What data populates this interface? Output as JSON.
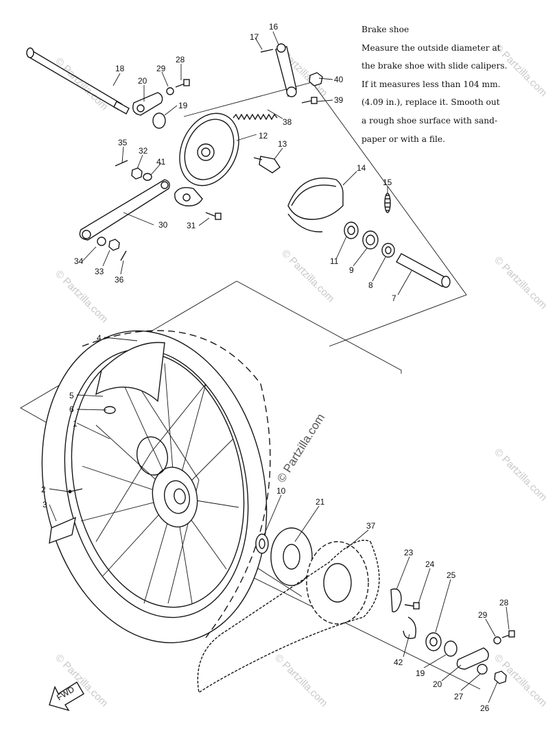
{
  "note": {
    "lines": [
      "Brake shoe",
      "Measure the outside diameter at",
      "the brake shoe with slide calipers.",
      "If it measures less than 104 mm.",
      "(4.09 in.), replace it. Smooth out",
      "a rough shoe surface with sand-",
      "paper or with a file."
    ]
  },
  "watermark": {
    "main": "© Partzilla.com",
    "faint": "© Partzilla.com"
  },
  "direction_arrow": {
    "label": "FWD"
  },
  "colors": {
    "ink": "#161616",
    "watermark": "#c9c9c9"
  },
  "callouts": {
    "c1": "1",
    "c2": "2",
    "c3": "3",
    "c4": "4",
    "c5": "5",
    "c6": "6",
    "c7": "7",
    "c8": "8",
    "c9": "9",
    "c10": "10",
    "c11": "11",
    "c12": "12",
    "c13": "13",
    "c14": "14",
    "c15": "15",
    "c16": "16",
    "c17": "17",
    "c18": "18",
    "c19a": "19",
    "c19b": "19",
    "c20a": "20",
    "c20b": "20",
    "c21": "21",
    "c23": "23",
    "c24": "24",
    "c25": "25",
    "c26": "26",
    "c27": "27",
    "c28a": "28",
    "c28b": "28",
    "c29a": "29",
    "c29b": "29",
    "c30": "30",
    "c31": "31",
    "c32": "32",
    "c33": "33",
    "c34": "34",
    "c35": "35",
    "c36": "36",
    "c37": "37",
    "c38": "38",
    "c39": "39",
    "c40": "40",
    "c41": "41",
    "c42": "42"
  }
}
